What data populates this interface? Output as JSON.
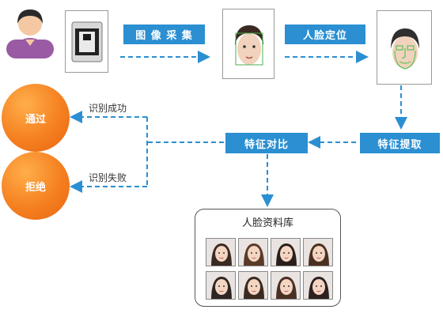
{
  "steps": {
    "capture": "图 像 采 集",
    "locate": "人脸定位",
    "extract": "特征提取",
    "compare": "特征对比"
  },
  "results": {
    "pass": "通过",
    "reject": "拒绝",
    "success_label": "识别成功",
    "fail_label": "识别失败"
  },
  "database": {
    "title": "人脸资料库"
  },
  "colors": {
    "step_box": "#2b8fd2",
    "arrow": "#2b8fd2",
    "result_circle": "#f58020"
  }
}
